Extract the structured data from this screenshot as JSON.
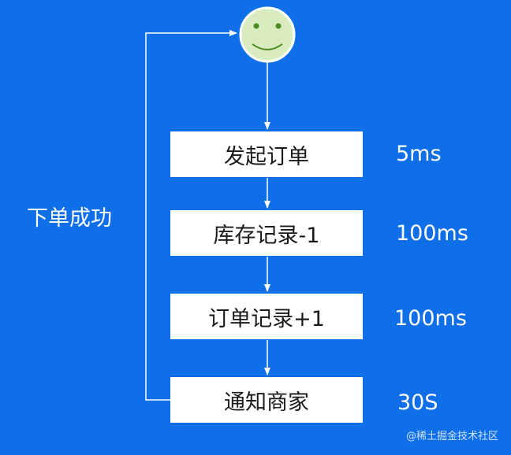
{
  "diagram": {
    "steps": [
      {
        "label": "发起订单",
        "timing": "5ms"
      },
      {
        "label": "库存记录-1",
        "timing": "100ms"
      },
      {
        "label": "订单记录+1",
        "timing": "100ms"
      },
      {
        "label": "通知商家",
        "timing": "30S"
      }
    ],
    "loop_label": "下单成功",
    "start_icon": "smiley-face-icon"
  },
  "watermark": "@稀土掘金技术社区",
  "colors": {
    "background": "#0f6fe8",
    "box": "#ffffff",
    "line": "#ffffff",
    "face": "#d8ecc0",
    "face_features": "#4a8a1e"
  }
}
